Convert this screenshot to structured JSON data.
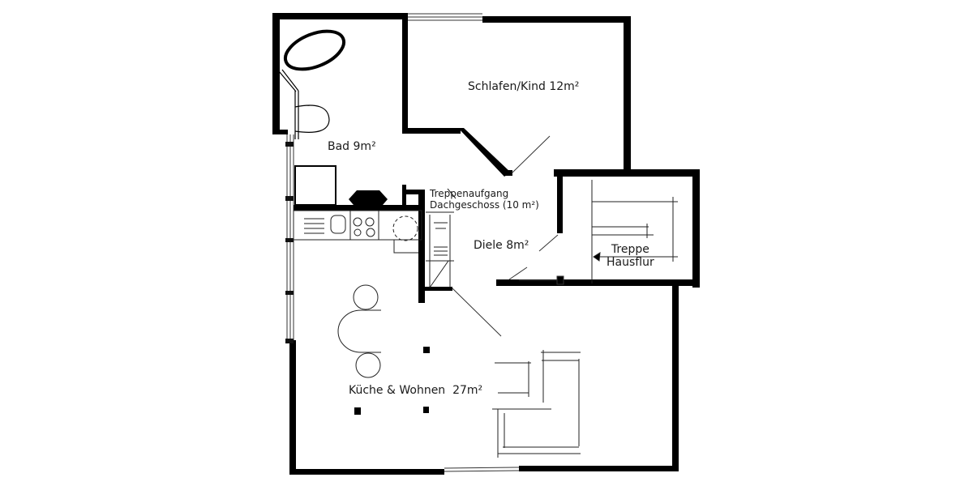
{
  "plan": {
    "title": "Floor plan",
    "colors": {
      "wall": "#000000",
      "line": "#1a1a1a",
      "background": "#ffffff"
    }
  },
  "rooms": {
    "schlafen": {
      "label": "Schlafen/Kind 12m²"
    },
    "bad": {
      "label": "Bad 9m²"
    },
    "treppenaufgang": {
      "line1": "Treppenaufgang",
      "line2": "Dachgeschoss (10 m²)"
    },
    "diele": {
      "label": "Diele 8m²"
    },
    "treppe": {
      "line1": "Treppe",
      "line2": "Hausflur"
    },
    "kueche": {
      "label": "Küche & Wohnen  27m²"
    }
  }
}
